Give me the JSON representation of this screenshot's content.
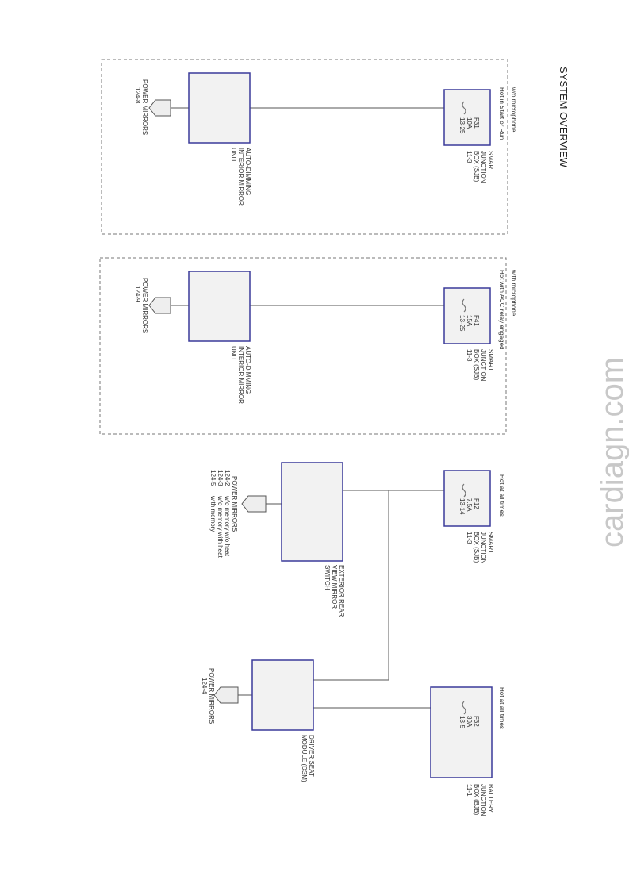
{
  "title": "SYSTEM OVERVIEW",
  "watermark": "cardiagn.com",
  "circuits": [
    {
      "variant": "w/o microphone",
      "hot": "Hot in Start or Run",
      "fuse": [
        "F31",
        "10A",
        "13-25"
      ],
      "junction": [
        "SMART",
        "JUNCTION",
        "BOX (SJB)",
        "11-3"
      ],
      "module": [
        "AUTO-DIMMING",
        "INTERIOR MIRROR",
        "UNIT"
      ],
      "connector": [
        "POWER MIRRORS",
        "124-8"
      ]
    },
    {
      "variant": "with microphone",
      "hot": "Hot with ACC relay engaged",
      "fuse": [
        "F41",
        "15A",
        "13-25"
      ],
      "junction": [
        "SMART",
        "JUNCTION",
        "BOX (SJB)",
        "11-3"
      ],
      "module": [
        "AUTO-DIMMING",
        "INTERIOR MIRROR",
        "UNIT"
      ],
      "connector": [
        "POWER MIRRORS",
        "124-9"
      ]
    },
    {
      "hot": "Hot at all times",
      "fuse": [
        "F12",
        "7.5A",
        "13-14"
      ],
      "junction": [
        "SMART",
        "JUNCTION",
        "BOX (SJB)",
        "11-3"
      ],
      "module": [
        "EXTERIOR REAR",
        "VIEW MIRROR",
        "SWITCH"
      ],
      "connector": [
        "POWER MIRRORS"
      ],
      "connector_refs": [
        [
          "124-2",
          "w/o memory  w/o heat"
        ],
        [
          "124-3",
          "w/o memory with heat"
        ],
        [
          "124-5",
          "with memory"
        ]
      ]
    },
    {
      "hot": "Hot at all times",
      "fuse": [
        "F32",
        "30A",
        "13-5"
      ],
      "junction": [
        "BATTERY",
        "JUNCTION",
        "BOX (BJB)",
        "11-1"
      ],
      "module": [
        "DRIVER SEAT",
        "MODULE (DSM)"
      ],
      "connector": [
        "POWER MIRRORS",
        "124-4"
      ]
    }
  ]
}
